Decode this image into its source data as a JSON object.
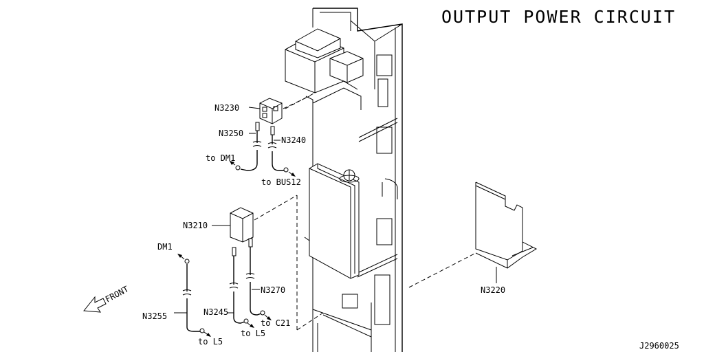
{
  "title": "OUTPUT POWER CIRCUIT",
  "figure_id": "J2960025",
  "parts": {
    "n3230": "N3230",
    "n3250": "N3250",
    "n3240": "N3240",
    "n3210": "N3210",
    "n3270": "N3270",
    "n3245": "N3245",
    "n3255": "N3255",
    "n3220": "N3220"
  },
  "destinations": {
    "to_dm1": "to DM1",
    "to_bus12": "to BUS12",
    "dm1": "DM1",
    "to_c21": "to C21",
    "to_l5_a": "to L5",
    "to_l5_b": "to L5"
  },
  "front": "FRONT"
}
